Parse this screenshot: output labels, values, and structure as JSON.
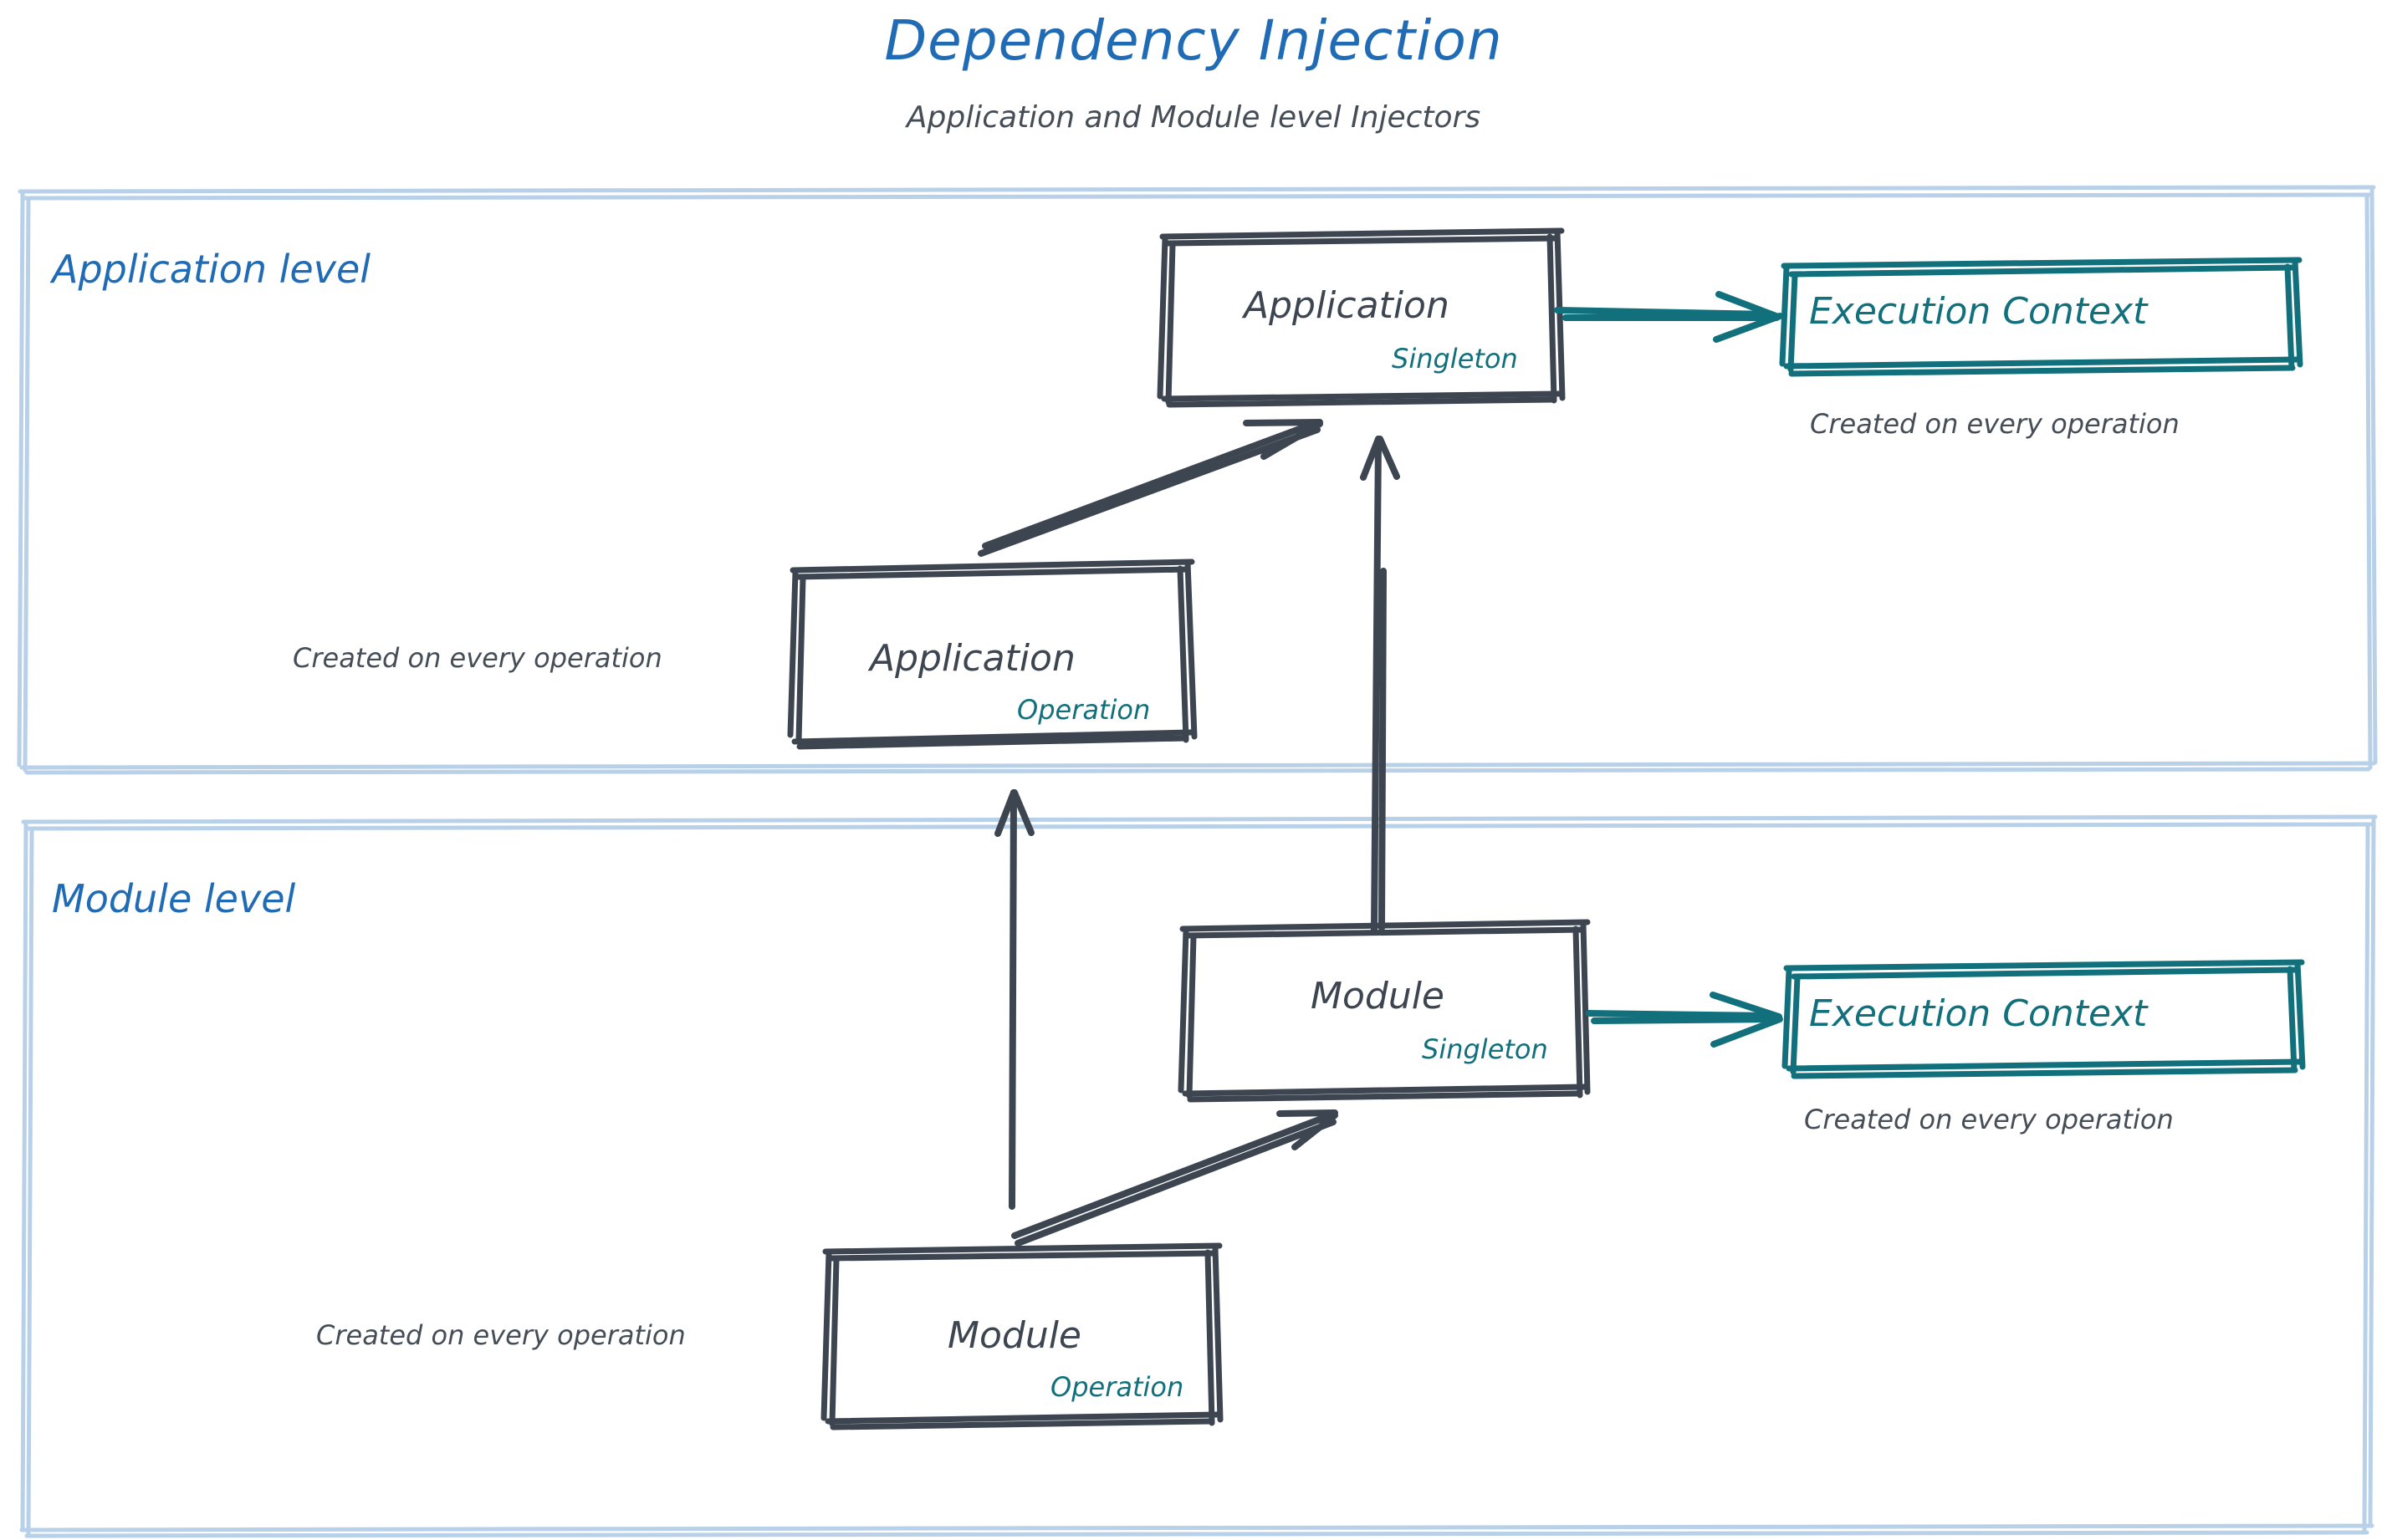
{
  "header": {
    "title": "Dependency Injection",
    "subtitle": "Application and Module level Injectors"
  },
  "colors": {
    "title_blue": "#1f6bb5",
    "panel_border_blue": "#b8d0e8",
    "node_stroke": "#3d4550",
    "scope_teal": "#11707c",
    "note_gray": "#454d56",
    "background": "#ffffff"
  },
  "panels": [
    {
      "id": "application-level",
      "heading": "Application level",
      "nodes": [
        {
          "id": "application-singleton",
          "title": "Application",
          "scope": "Singleton",
          "style": "dark-box"
        },
        {
          "id": "application-operation",
          "title": "Application",
          "scope": "Operation",
          "style": "dark-box"
        },
        {
          "id": "application-execution-context",
          "title": "Execution Context",
          "style": "teal-box"
        }
      ],
      "notes": [
        {
          "id": "application-execution-context-note",
          "text": "Created on every operation"
        },
        {
          "id": "application-operation-note",
          "text": "Created on every operation"
        }
      ]
    },
    {
      "id": "module-level",
      "heading": "Module level",
      "nodes": [
        {
          "id": "module-singleton",
          "title": "Module",
          "scope": "Singleton",
          "style": "dark-box"
        },
        {
          "id": "module-operation",
          "title": "Module",
          "scope": "Operation",
          "style": "dark-box"
        },
        {
          "id": "module-execution-context",
          "title": "Execution Context",
          "style": "teal-box"
        }
      ],
      "notes": [
        {
          "id": "module-execution-context-note",
          "text": "Created on every operation"
        },
        {
          "id": "module-operation-note",
          "text": "Created on every operation"
        }
      ]
    }
  ],
  "edges": [
    {
      "id": "app-singleton-to-app-context",
      "from": "application-singleton",
      "to": "application-execution-context",
      "color": "#11707c",
      "direction": "right"
    },
    {
      "id": "app-operation-to-app-singleton",
      "from": "application-operation",
      "to": "application-singleton",
      "color": "#3d4550",
      "direction": "up-right"
    },
    {
      "id": "module-singleton-to-app-singleton",
      "from": "module-singleton",
      "to": "application-singleton",
      "color": "#3d4550",
      "direction": "up"
    },
    {
      "id": "module-operation-to-app-operation",
      "from": "module-operation",
      "to": "application-operation",
      "color": "#3d4550",
      "direction": "up"
    },
    {
      "id": "module-operation-to-module-singleton",
      "from": "module-operation",
      "to": "module-singleton",
      "color": "#3d4550",
      "direction": "up-right"
    },
    {
      "id": "module-singleton-to-module-context",
      "from": "module-singleton",
      "to": "module-execution-context",
      "color": "#11707c",
      "direction": "right"
    }
  ]
}
